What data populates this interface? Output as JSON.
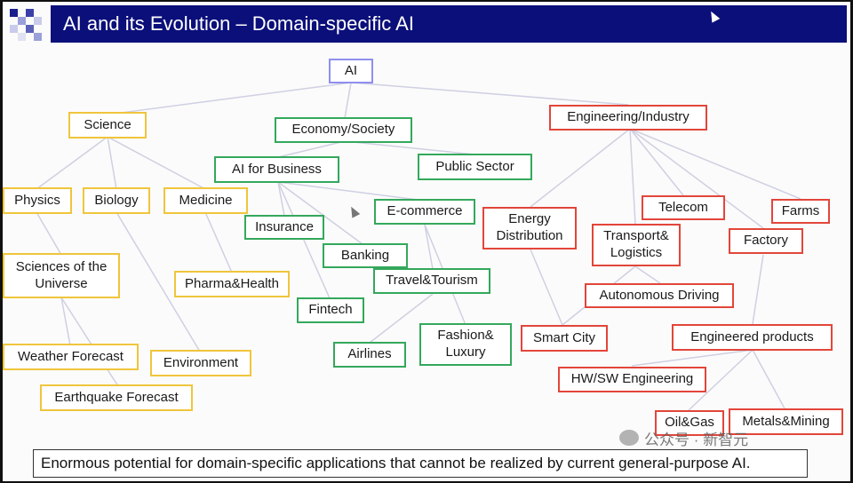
{
  "title": "AI and its Evolution – Domain-specific AI",
  "footer": "Enormous potential for domain-specific applications that cannot be realized by current general-purpose  AI.",
  "watermark": "公众号 · 新智元",
  "colors": {
    "root": "#8f8ff0",
    "science": "#f0c53c",
    "economy": "#34a85c",
    "engineering": "#e2463a",
    "title_bar": "#0b0f7a"
  },
  "nodes": {
    "ai": "AI",
    "science": "Science",
    "economy_society": "Economy/Society",
    "engineering_industry": "Engineering/Industry",
    "physics": "Physics",
    "biology": "Biology",
    "medicine": "Medicine",
    "sciences_universe": "Sciences of the\nUniverse",
    "pharma_health": "Pharma&Health",
    "weather_forecast": "Weather Forecast",
    "environment": "Environment",
    "earthquake_forecast": "Earthquake Forecast",
    "ai_for_business": "AI for Business",
    "public_sector": "Public Sector",
    "insurance": "Insurance",
    "e_commerce": "E-commerce",
    "banking": "Banking",
    "travel_tourism": "Travel&Tourism",
    "fintech": "Fintech",
    "airlines": "Airlines",
    "fashion_luxury": "Fashion&\nLuxury",
    "energy_distribution": "Energy\nDistribution",
    "telecom": "Telecom",
    "farms": "Farms",
    "transport_logistics": "Transport&\nLogistics",
    "factory": "Factory",
    "autonomous_driving": "Autonomous Driving",
    "smart_city": "Smart City",
    "engineered_products": "Engineered products",
    "hw_sw_engineering": "HW/SW Engineering",
    "oil_gas": "Oil&Gas",
    "metals_mining": "Metals&Mining"
  }
}
